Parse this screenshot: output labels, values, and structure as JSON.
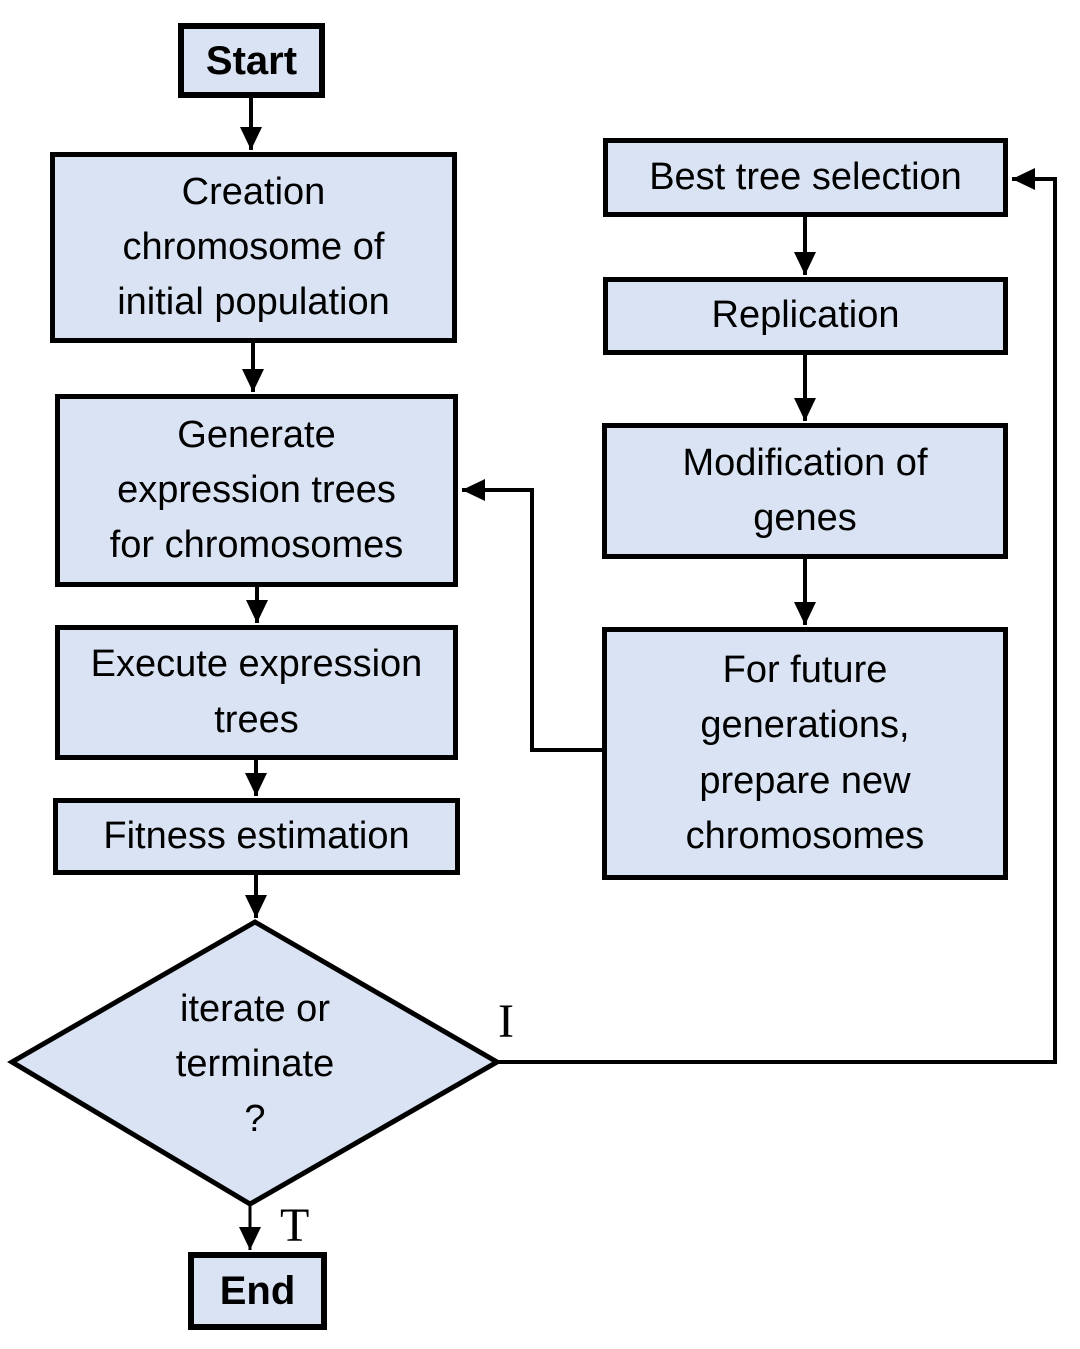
{
  "colors": {
    "node_fill": "#dae3f3",
    "line_color": "#000000",
    "background": "#ffffff"
  },
  "flowchart": {
    "nodes": {
      "start": {
        "label": "Start"
      },
      "creation": {
        "label": "Creation\nchromosome of\ninitial population"
      },
      "generate": {
        "label": "Generate\nexpression trees\nfor chromosomes"
      },
      "execute": {
        "label": "Execute expression\ntrees"
      },
      "fitness": {
        "label": "Fitness estimation"
      },
      "decision": {
        "label": "iterate or\nterminate\n?"
      },
      "end": {
        "label": "End"
      },
      "best_tree": {
        "label": "Best tree selection"
      },
      "replication": {
        "label": "Replication"
      },
      "modification": {
        "label": "Modification of\ngenes"
      },
      "future": {
        "label": "For future\ngenerations,\nprepare new\nchromosomes"
      }
    },
    "edge_labels": {
      "iterate": "I",
      "terminate": "T"
    }
  }
}
